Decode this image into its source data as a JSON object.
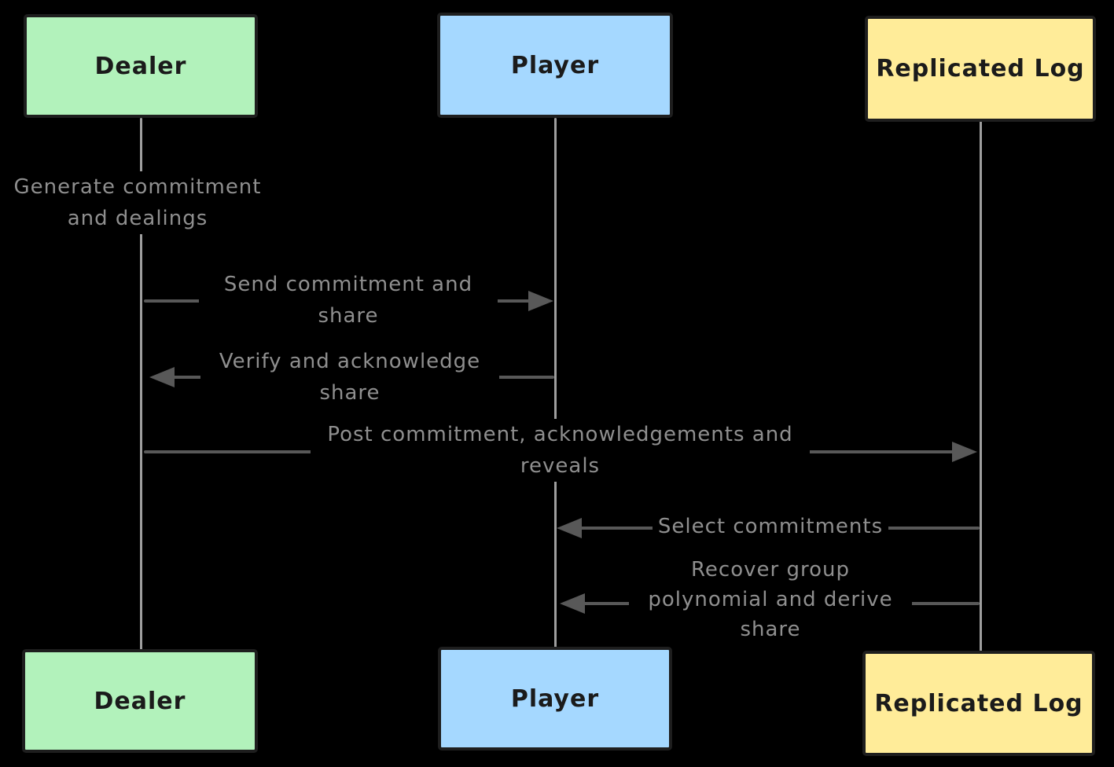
{
  "diagram": {
    "type": "sequence-diagram",
    "background": "#000000",
    "colors": {
      "dealer_fill": "#b2f2bb",
      "player_fill": "#a5d8ff",
      "replicated_log_fill": "#ffec99",
      "lifeline": "#9e9e9e",
      "arrow": "#585858",
      "label_text": "#8f8f8f",
      "actor_text": "#1b1b1b"
    },
    "actors": [
      {
        "id": "dealer",
        "label": "Dealer"
      },
      {
        "id": "player",
        "label": "Player"
      },
      {
        "id": "replicated_log",
        "label": "Replicated Log"
      }
    ],
    "notes": [
      {
        "actor": "dealer",
        "text": "Generate commitment and dealings"
      }
    ],
    "messages": [
      {
        "from": "dealer",
        "to": "player",
        "direction": "right",
        "text": "Send commitment and share"
      },
      {
        "from": "player",
        "to": "dealer",
        "direction": "left",
        "text": "Verify and acknowledge share"
      },
      {
        "from": "dealer",
        "to": "replicated_log",
        "direction": "right",
        "text": "Post commitment, acknowledgements and reveals"
      },
      {
        "from": "replicated_log",
        "to": "player",
        "direction": "left",
        "text": "Select commitments"
      },
      {
        "from": "replicated_log",
        "to": "player",
        "direction": "left",
        "text": "Recover group polynomial and derive share"
      }
    ]
  }
}
